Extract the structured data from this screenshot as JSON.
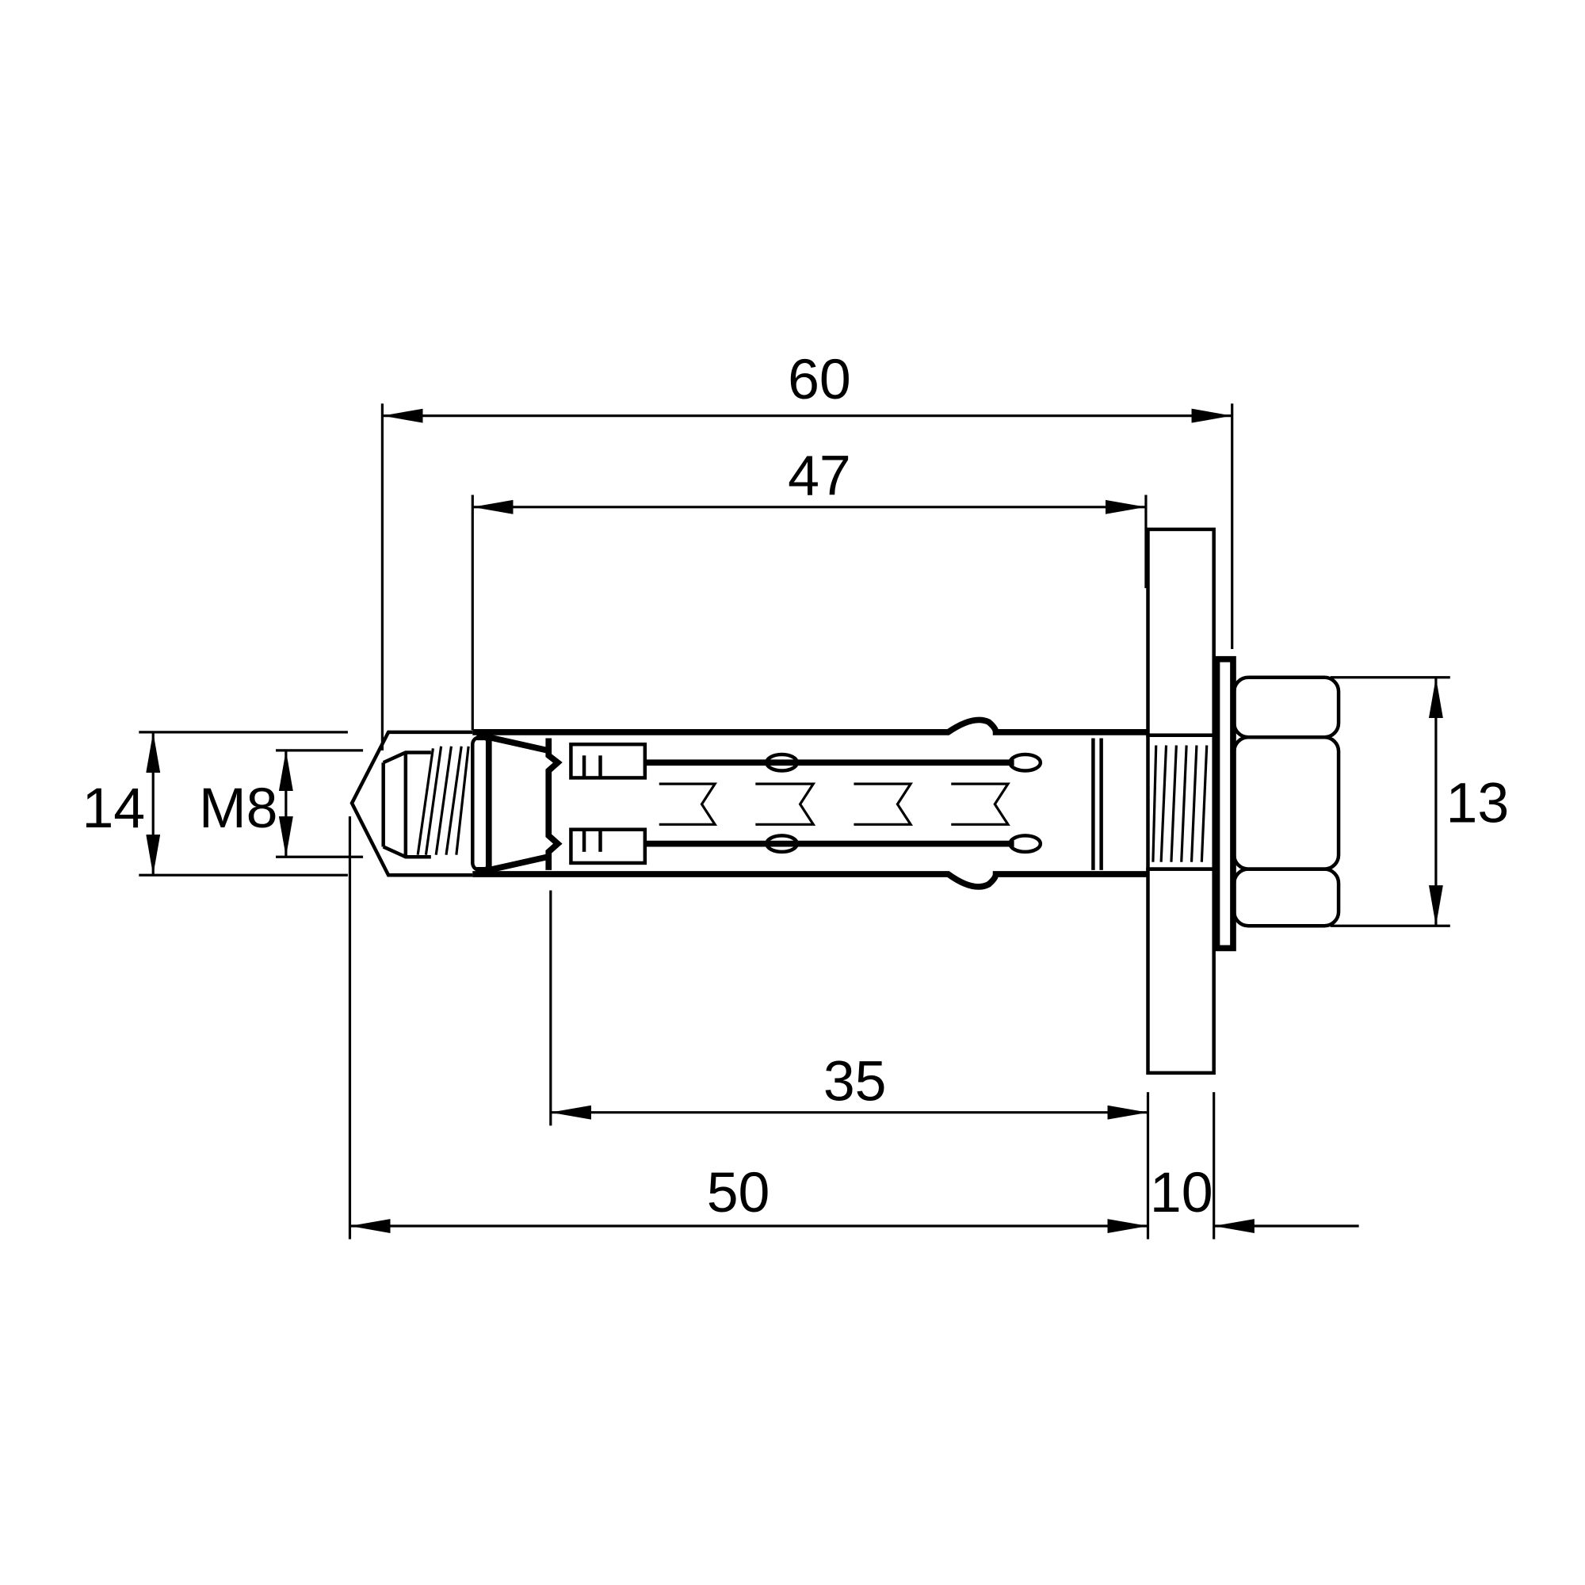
{
  "dimensions": {
    "overall_length": "60",
    "sleeve_length": "47",
    "expansion_length": "35",
    "anchorage_depth": "50",
    "fixture_thickness": "10",
    "sleeve_diameter": "14",
    "thread_size": "M8",
    "nut_width": "13"
  },
  "colors": {
    "fixture_plate": "#E53A14",
    "lines": "#000000"
  }
}
